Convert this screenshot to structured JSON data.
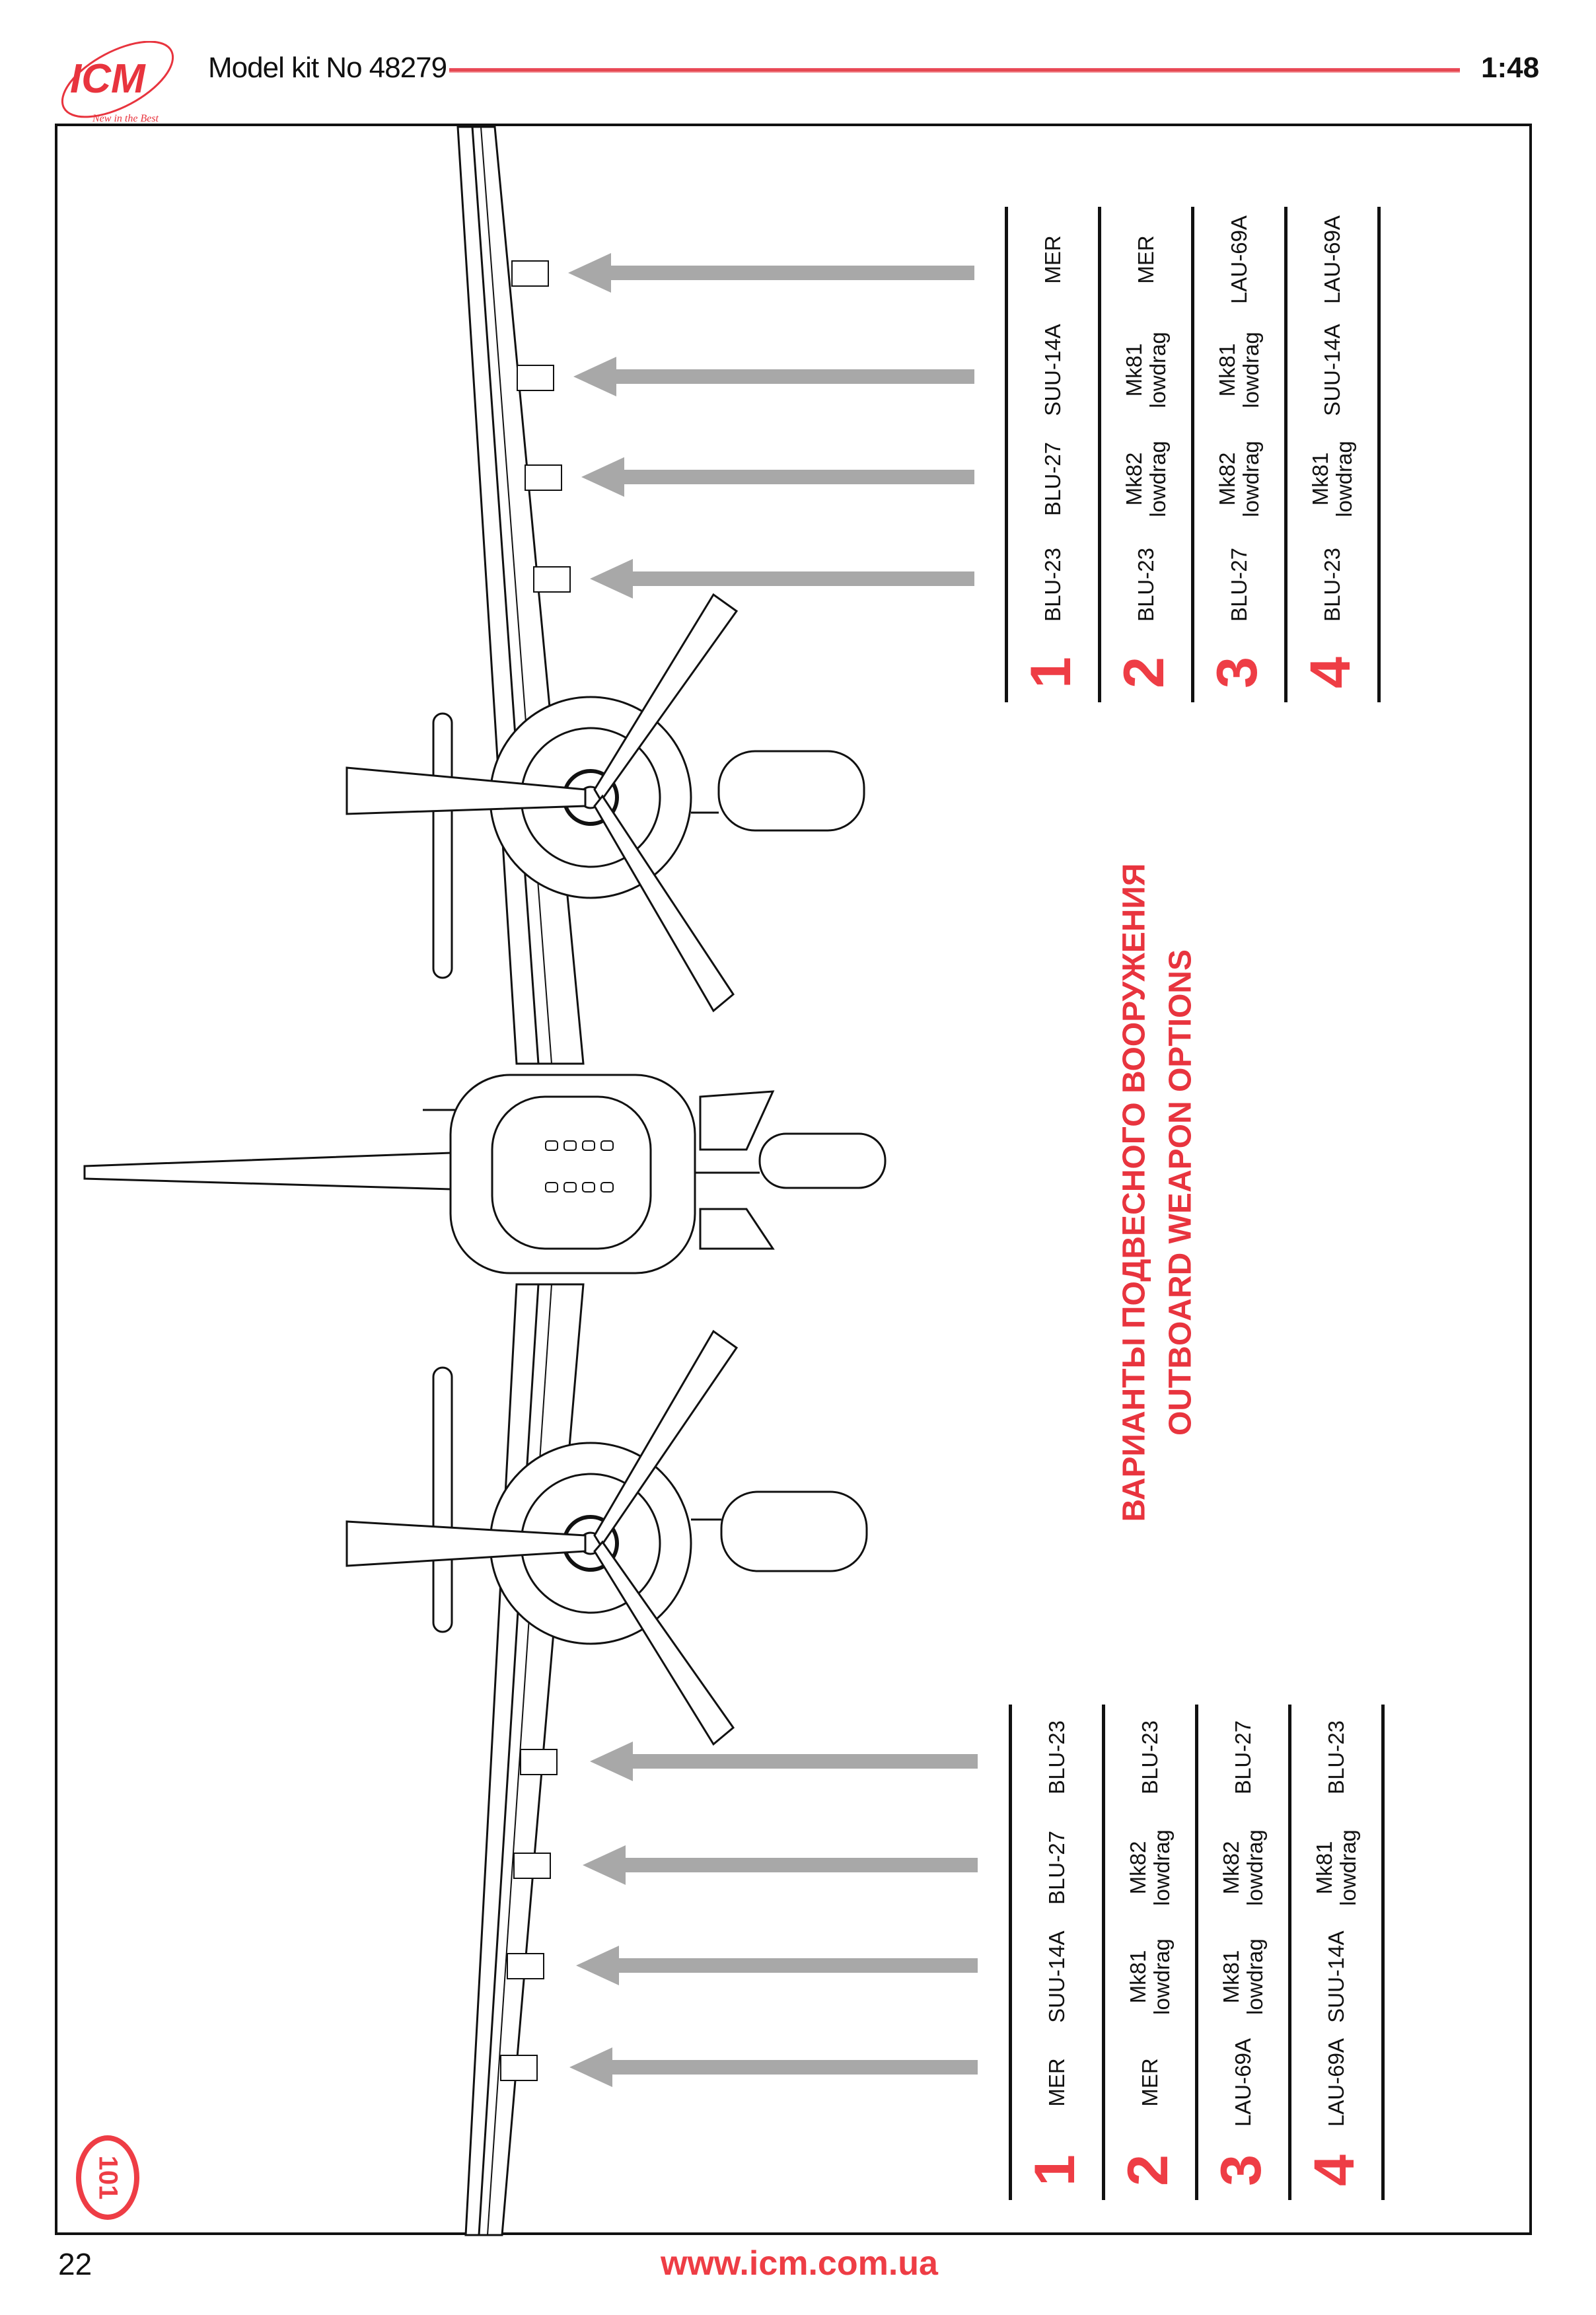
{
  "header": {
    "logo_text": "ICM",
    "logo_tagline": "New in the Best",
    "kit_label": "Model kit No 48279",
    "scale": "1:48"
  },
  "colors": {
    "accent": "#ee3d45",
    "arrow": "#a8a8a8",
    "line": "#111111"
  },
  "title": {
    "ru": "ВАРИАНТЫ ПОДВЕСНОГО ВООРУЖЕНИЯ",
    "en": "OUTBOARD WEAPON OPTIONS"
  },
  "top_table": {
    "rows": [
      {
        "number": "1",
        "items": [
          [
            "BLU-23"
          ],
          [
            "BLU-27"
          ],
          [
            "SUU-14A"
          ],
          [
            "MER"
          ]
        ]
      },
      {
        "number": "2",
        "items": [
          [
            "BLU-23"
          ],
          [
            "Mk82",
            "lowdrag"
          ],
          [
            "Mk81",
            "lowdrag"
          ],
          [
            "MER"
          ]
        ]
      },
      {
        "number": "3",
        "items": [
          [
            "BLU-27"
          ],
          [
            "Mk82",
            "lowdrag"
          ],
          [
            "Mk81",
            "lowdrag"
          ],
          [
            "LAU-69A"
          ]
        ]
      },
      {
        "number": "4",
        "items": [
          [
            "BLU-23"
          ],
          [
            "Mk81",
            "lowdrag"
          ],
          [
            "SUU-14A"
          ],
          [
            "LAU-69A"
          ]
        ]
      }
    ]
  },
  "bottom_table": {
    "rows": [
      {
        "number": "1",
        "items": [
          [
            "MER"
          ],
          [
            "SUU-14A"
          ],
          [
            "BLU-27"
          ],
          [
            "BLU-23"
          ]
        ]
      },
      {
        "number": "2",
        "items": [
          [
            "MER"
          ],
          [
            "Mk81",
            "lowdrag"
          ],
          [
            "Mk82",
            "lowdrag"
          ],
          [
            "BLU-23"
          ]
        ]
      },
      {
        "number": "3",
        "items": [
          [
            "LAU-69A"
          ],
          [
            "Mk81",
            "lowdrag"
          ],
          [
            "Mk82",
            "lowdrag"
          ],
          [
            "BLU-27"
          ]
        ]
      },
      {
        "number": "4",
        "items": [
          [
            "LAU-69A"
          ],
          [
            "SUU-14A"
          ],
          [
            "Mk81",
            "lowdrag"
          ],
          [
            "BLU-23"
          ]
        ]
      }
    ]
  },
  "step_badge": "101",
  "footer": {
    "page_number": "22",
    "website": "www.icm.com.ua"
  }
}
